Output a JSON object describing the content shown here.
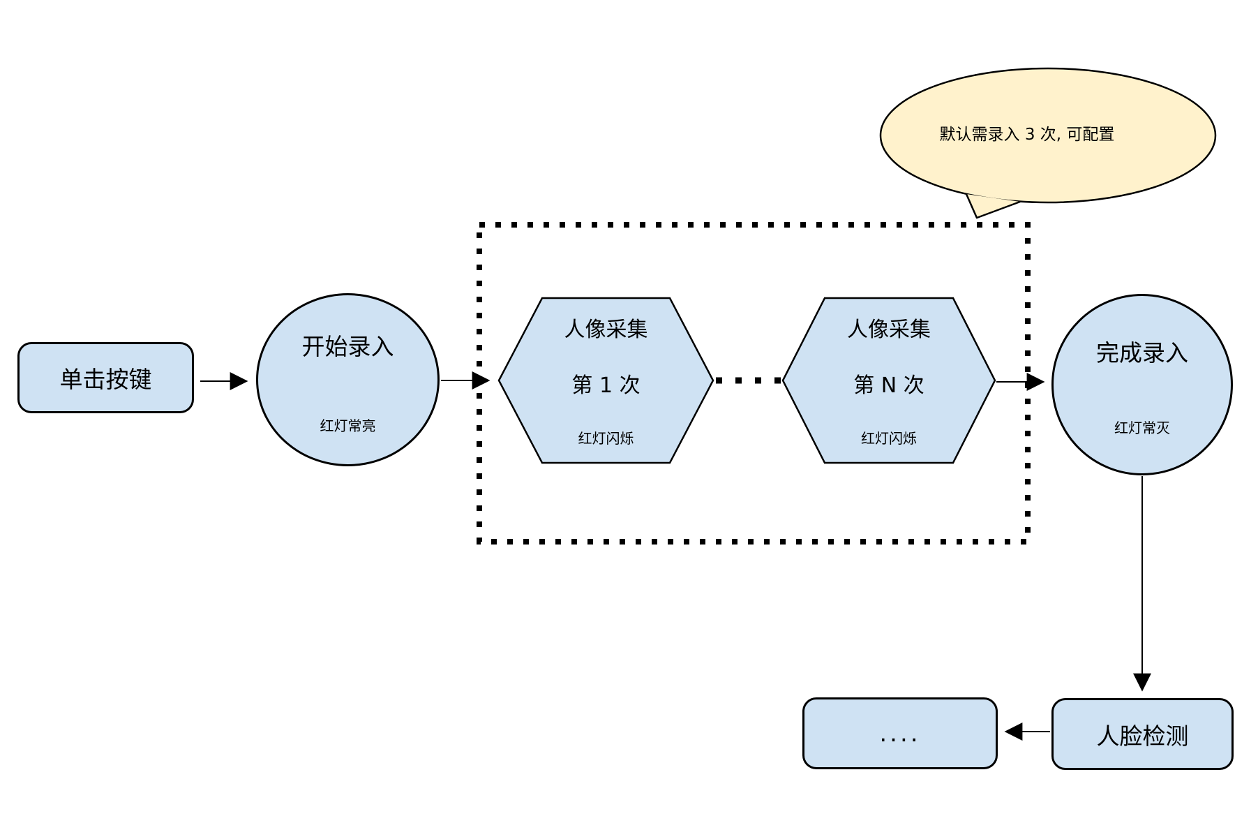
{
  "diagram": {
    "nodes": {
      "click_button": {
        "label": "单击按键"
      },
      "start_entry": {
        "label": "开始录入",
        "status": "红灯常亮"
      },
      "capture_first": {
        "line1": "人像采集",
        "line2": "第 1 次",
        "status": "红灯闪烁"
      },
      "capture_nth": {
        "line1": "人像采集",
        "line2": "第 N 次",
        "status": "红灯闪烁"
      },
      "finish_entry": {
        "label": "完成录入",
        "status": "红灯常灭"
      },
      "ellipsis": {
        "label": "...."
      },
      "face_detection": {
        "label": "人脸检测"
      }
    },
    "callout": {
      "text": "默认需录入 3 次, 可配置"
    },
    "colors": {
      "node_fill": "#cfe2f3",
      "callout_fill": "#fff2cc",
      "stroke": "#000000"
    }
  }
}
